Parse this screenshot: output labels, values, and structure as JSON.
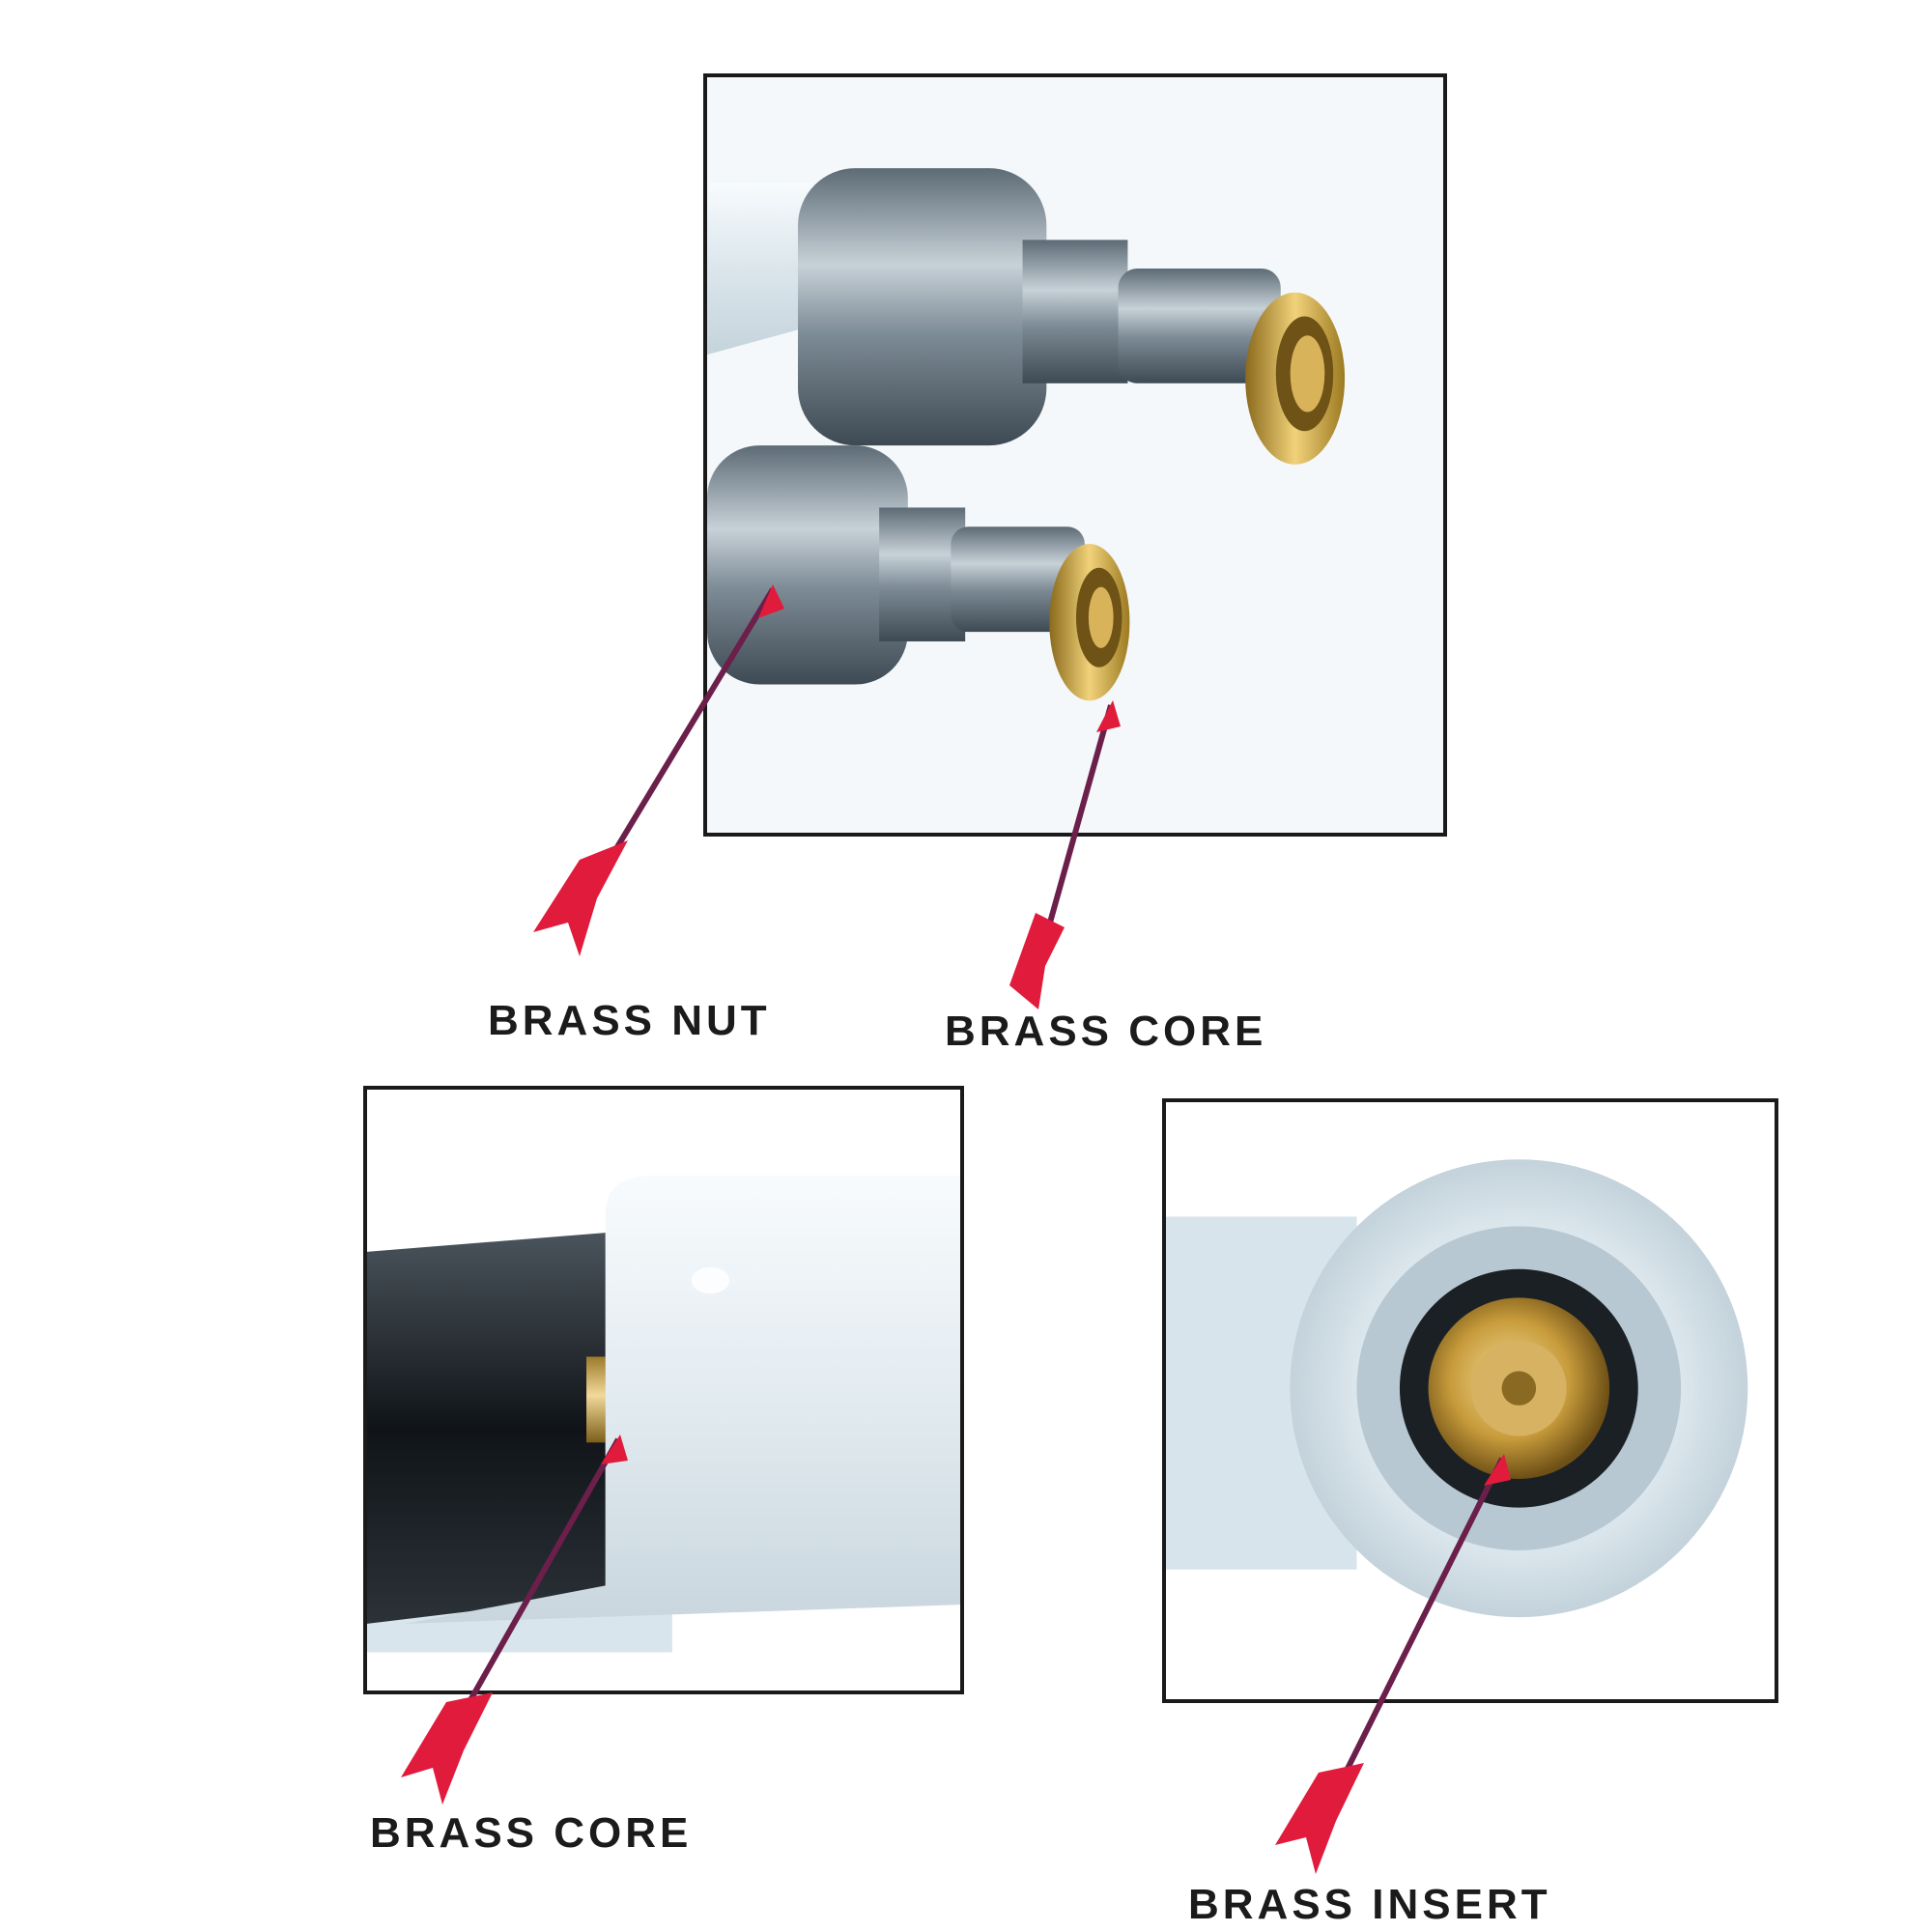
{
  "labels": {
    "brass_nut": "BRASS NUT",
    "brass_core_top": "BRASS CORE",
    "brass_core_bottom": "BRASS CORE",
    "brass_insert": "BRASS INSERT"
  },
  "colors": {
    "frame_border": "#1a1a1a",
    "arrow_shaft": "#6b1f4a",
    "arrow_fletch": "#e01b3c",
    "brass": "#c9a13a",
    "chrome": "#8b98a3",
    "hose_white": "#e9f0f4"
  },
  "icons": [
    "arrow-icon"
  ]
}
